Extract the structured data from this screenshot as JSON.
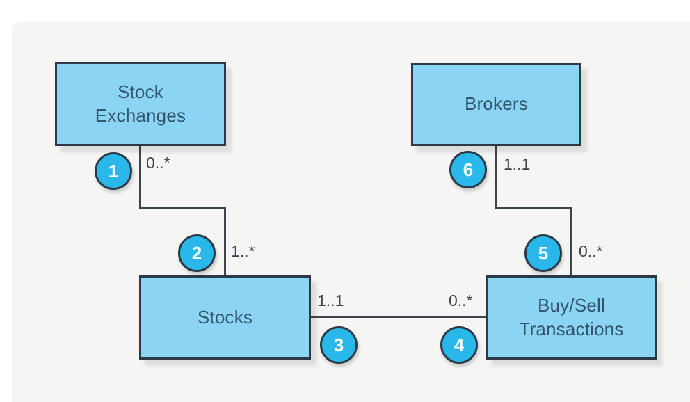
{
  "page": {
    "background": "#ffffff",
    "panel_background": "#f5f5f4"
  },
  "diagram": {
    "type": "entity-relationship",
    "entities": [
      {
        "id": "stock-exchanges",
        "label": "Stock\nExchanges"
      },
      {
        "id": "brokers",
        "label": "Brokers"
      },
      {
        "id": "stocks",
        "label": "Stocks"
      },
      {
        "id": "buy-sell-transactions",
        "label": "Buy/Sell\nTransactions"
      }
    ],
    "markers": [
      {
        "number": "1",
        "multiplicity": "0..*",
        "attached_to": "Stock Exchanges"
      },
      {
        "number": "2",
        "multiplicity": "1..*",
        "attached_to": "Stocks"
      },
      {
        "number": "3",
        "multiplicity": "1..1",
        "attached_to": "Stocks"
      },
      {
        "number": "4",
        "multiplicity": "0..*",
        "attached_to": "Buy/Sell Transactions"
      },
      {
        "number": "5",
        "multiplicity": "0..*",
        "attached_to": "Buy/Sell Transactions"
      },
      {
        "number": "6",
        "multiplicity": "1..1",
        "attached_to": "Brokers"
      }
    ],
    "connections": [
      {
        "from": "Stock Exchanges",
        "to": "Stocks",
        "from_multiplicity": "0..*",
        "to_multiplicity": "1..*"
      },
      {
        "from": "Stocks",
        "to": "Buy/Sell Transactions",
        "from_multiplicity": "1..1",
        "to_multiplicity": "0..*"
      },
      {
        "from": "Brokers",
        "to": "Buy/Sell Transactions",
        "from_multiplicity": "1..1",
        "to_multiplicity": "0..*"
      }
    ],
    "colors": {
      "entity_fill": "#8bd4f3",
      "entity_border": "#2c3946",
      "entity_text": "#33566c",
      "marker_fill": "#29b8e9",
      "marker_border": "#2c3946",
      "marker_text": "#ffffff",
      "connector_line": "#3e464d",
      "multiplicity_text": "#3f444a"
    }
  }
}
